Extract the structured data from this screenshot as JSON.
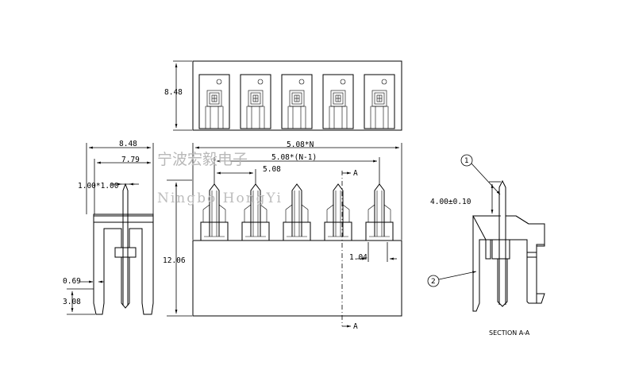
{
  "watermark": {
    "cn": "宁波宏毅电子",
    "en": "Ningbo HongYi"
  },
  "top_view": {
    "height_dim": "8.48",
    "pin_count": 5
  },
  "side_view": {
    "width_dim": "8.48",
    "inner_dim": "7.79",
    "pin_dim": "1.00*1.00",
    "offset_dim": "0.69",
    "tail_dim": "3.08"
  },
  "front_view": {
    "total_dim": "5.08*N",
    "span_dim": "5.08*(N-1)",
    "pitch_dim": "5.08",
    "height_dim": "12.06",
    "gap_dim": "1.04",
    "section_top": "A",
    "section_bottom": "A"
  },
  "section_view": {
    "pin_height_dim": "4.00±0.10",
    "callout_1": "1",
    "callout_2": "2",
    "caption": "SECTION A-A"
  }
}
